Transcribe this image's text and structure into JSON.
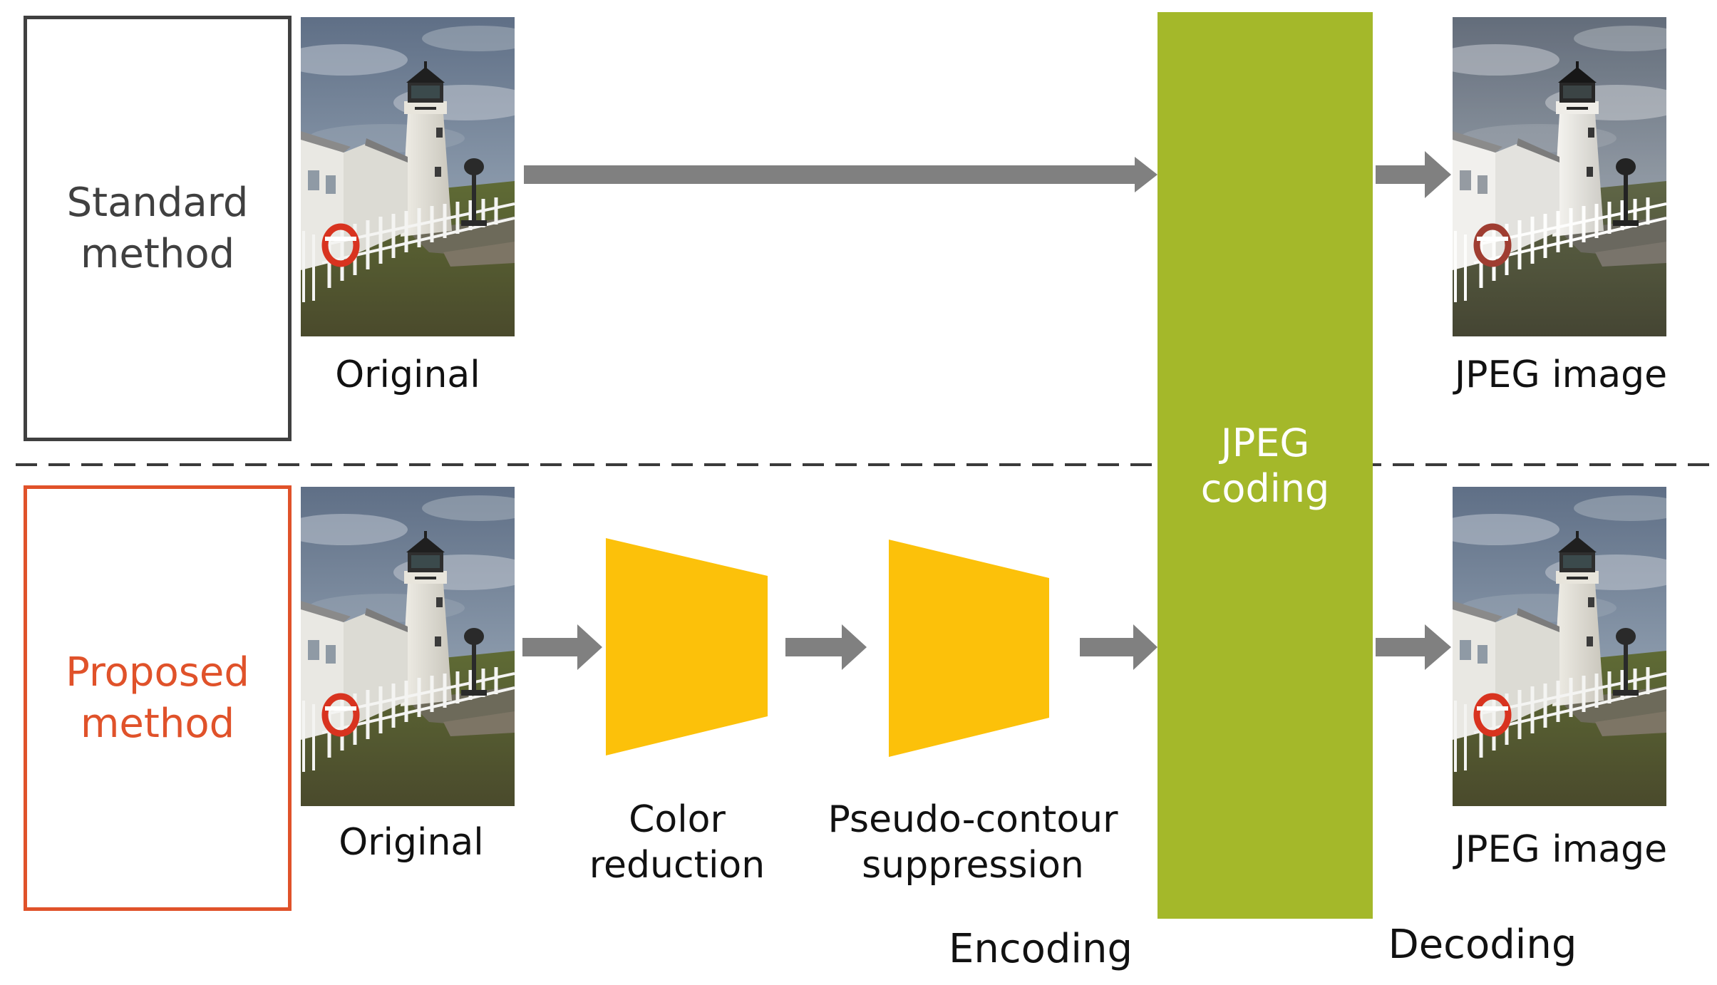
{
  "methods": {
    "standard_label": "Standard\nmethod",
    "proposed_label": "Proposed\nmethod",
    "standard_color": "#404040",
    "proposed_color": "#e0522a"
  },
  "captions": {
    "original_top": "Original",
    "jpeg_top": "JPEG image",
    "original_bottom": "Original",
    "jpeg_bottom": "JPEG image",
    "color_reduction": "Color\nreduction",
    "pseudo_contour": "Pseudo-contour\nsuppression",
    "encoding": "Encoding",
    "decoding": "Decoding"
  },
  "jpeg_block": {
    "label": "JPEG\ncoding",
    "color": "#a4b82a"
  },
  "stage_color": "#fcc10a",
  "arrow_color": "#808080",
  "icons": [
    "lighthouse-photo",
    "trapezoid-stage",
    "arrow-right"
  ]
}
